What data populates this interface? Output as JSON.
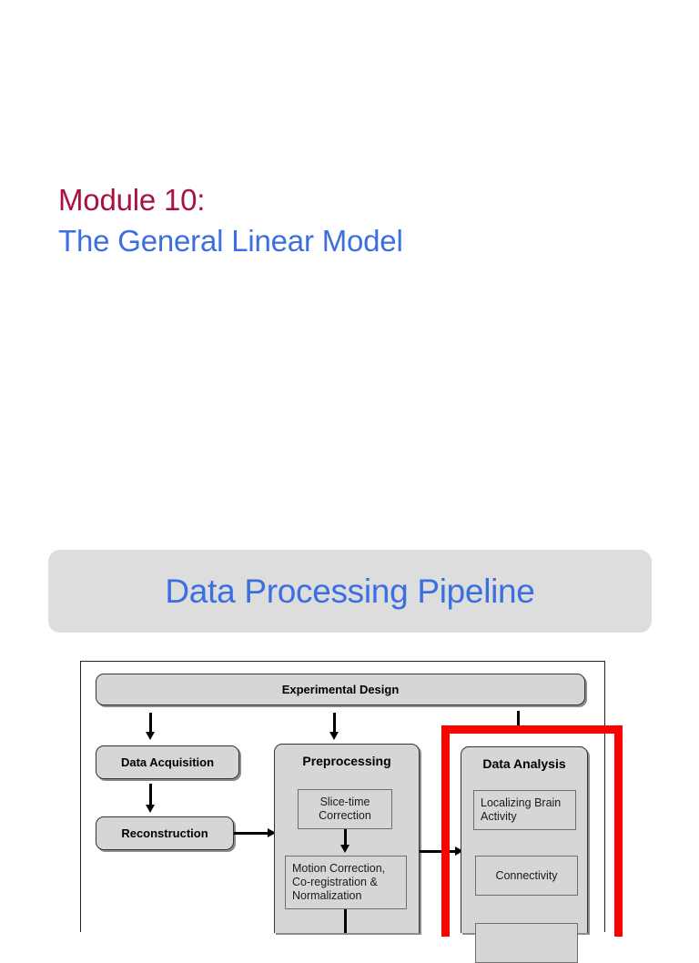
{
  "slide": {
    "title_line_1": "Module 10:",
    "title_line_2": "The General Linear Model",
    "title_color_1": "#A8123E",
    "title_color_2": "#3B6FE0"
  },
  "section_banner": {
    "label": "Data Processing Pipeline",
    "text_color": "#3B6FE0",
    "background_color": "#DDDDDD"
  },
  "pipeline": {
    "experimental_design": {
      "label": "Experimental Design"
    },
    "data_acquisition": {
      "label": "Data Acquisition"
    },
    "reconstruction": {
      "label": "Reconstruction"
    },
    "preprocessing": {
      "label": "Preprocessing",
      "steps": [
        {
          "label": "Slice-time Correction"
        },
        {
          "label": "Motion Correction, Co-registration & Normalization"
        }
      ]
    },
    "data_analysis": {
      "label": "Data Analysis",
      "steps": [
        {
          "label": "Localizing Brain Activity"
        },
        {
          "label": "Connectivity"
        }
      ]
    },
    "highlight": {
      "color": "#FF0000",
      "target": "Data Analysis"
    }
  }
}
